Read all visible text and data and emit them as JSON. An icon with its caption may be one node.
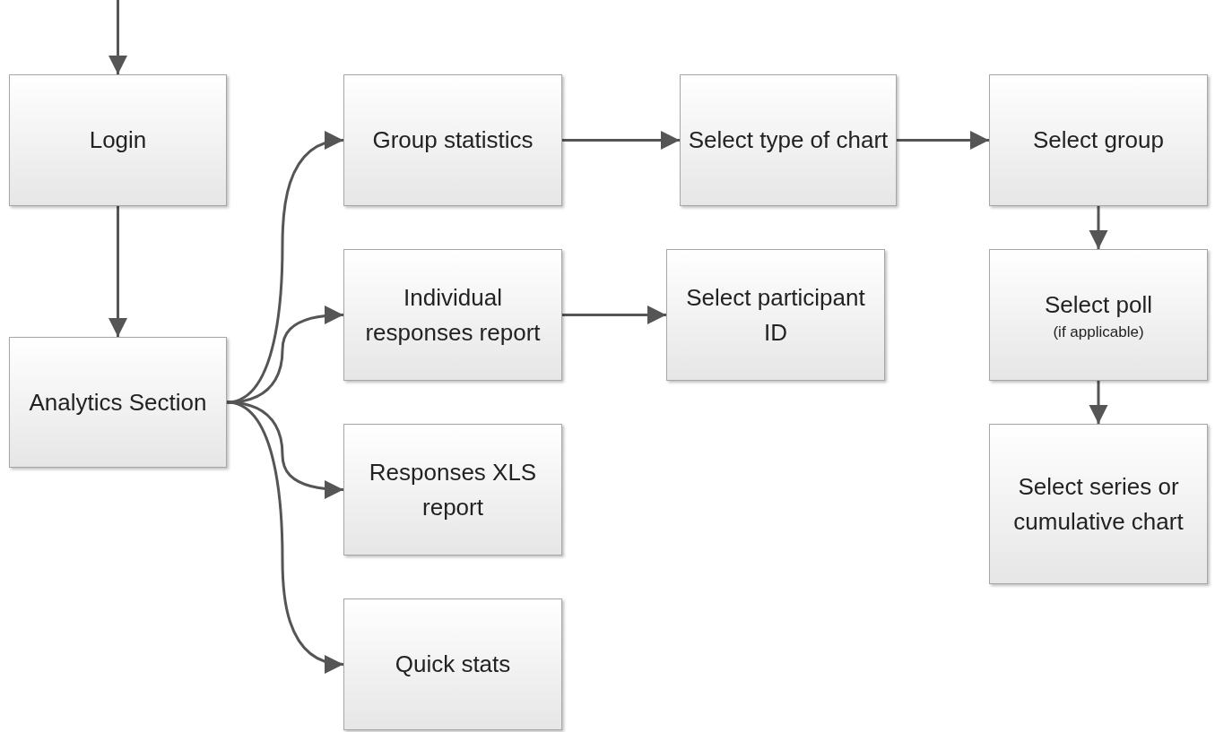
{
  "diagram": {
    "nodes": [
      {
        "text": [
          "Login"
        ]
      },
      {
        "text": [
          "Analytics Section"
        ]
      },
      {
        "text": [
          "Group statistics"
        ]
      },
      {
        "text": [
          "Individual responses report"
        ]
      },
      {
        "text": [
          "Responses XLS report"
        ]
      },
      {
        "text": [
          "Quick stats"
        ]
      },
      {
        "text": [
          "Select type of chart"
        ]
      },
      {
        "text": [
          "Select participant ID"
        ]
      },
      {
        "text": [
          "Select group"
        ]
      },
      {
        "text": [
          "Select poll",
          "(if applicable)"
        ]
      },
      {
        "text": [
          "Select series or cumulative chart"
        ]
      }
    ],
    "edges": [
      {
        "from": null,
        "to": 0,
        "arrow": "to"
      },
      {
        "from": 0,
        "to": 1,
        "arrow": "to"
      },
      {
        "from": 1,
        "to": 2,
        "arrow": "to"
      },
      {
        "from": 1,
        "to": 3,
        "arrow": "to"
      },
      {
        "from": 1,
        "to": 4,
        "arrow": "to"
      },
      {
        "from": 1,
        "to": 5,
        "arrow": "to"
      },
      {
        "from": 2,
        "to": 6,
        "arrow": "to"
      },
      {
        "from": 6,
        "to": 8,
        "arrow": "to"
      },
      {
        "from": 3,
        "to": 7,
        "arrow": "to"
      },
      {
        "from": 8,
        "to": 9,
        "arrow": "to"
      },
      {
        "from": 9,
        "to": 10,
        "arrow": "to"
      }
    ]
  }
}
